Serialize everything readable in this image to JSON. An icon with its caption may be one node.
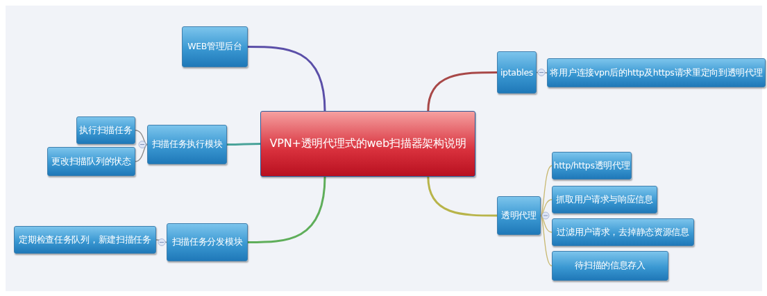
{
  "diagram": {
    "nodes": [
      {
        "text": [
          "VPN+透明代理式的web扫描器架构说明"
        ]
      },
      {
        "text": [
          "WEB管理后台"
        ]
      },
      {
        "text": [
          "扫描任务执行模块"
        ]
      },
      {
        "text": [
          "执行扫描任务"
        ]
      },
      {
        "text": [
          "更改扫描队列的状态"
        ]
      },
      {
        "text": [
          "扫描任务分发模块"
        ]
      },
      {
        "text": [
          "定期检查任务队列，新建扫描任务"
        ]
      },
      {
        "text": [
          "iptables"
        ]
      },
      {
        "text": [
          "将用户连接vpn后的http及https请求重定向到透明代理"
        ]
      },
      {
        "text": [
          "透明代理"
        ]
      },
      {
        "text": [
          "http/https透明代理"
        ]
      },
      {
        "text": [
          "抓取用户请求与响应信息"
        ]
      },
      {
        "text": [
          "过滤用户请求，去掉静态资源信息"
        ]
      },
      {
        "text": [
          "待扫描的信息存入"
        ]
      }
    ],
    "edges": [
      {
        "from": 0,
        "to": 1,
        "arrow": "none",
        "style": "thick",
        "color": "#5b4fa8"
      },
      {
        "from": 0,
        "to": 2,
        "arrow": "none",
        "style": "thick",
        "color": "#4aa39a"
      },
      {
        "from": 0,
        "to": 5,
        "arrow": "none",
        "style": "thick",
        "color": "#5fae5a"
      },
      {
        "from": 0,
        "to": 7,
        "arrow": "none",
        "style": "thick",
        "color": "#a84848"
      },
      {
        "from": 0,
        "to": 9,
        "arrow": "none",
        "style": "thick",
        "color": "#b8b44a"
      },
      {
        "from": 2,
        "to": 3,
        "arrow": "none"
      },
      {
        "from": 2,
        "to": 4,
        "arrow": "none"
      },
      {
        "from": 5,
        "to": 6,
        "arrow": "none"
      },
      {
        "from": 7,
        "to": 8,
        "arrow": "none"
      },
      {
        "from": 9,
        "to": 10,
        "arrow": "none",
        "color": "#c8b870"
      },
      {
        "from": 9,
        "to": 11,
        "arrow": "none",
        "color": "#c8b870"
      },
      {
        "from": 9,
        "to": 12,
        "arrow": "none",
        "color": "#c8b870"
      },
      {
        "from": 9,
        "to": 13,
        "arrow": "none",
        "color": "#c8b870"
      }
    ]
  }
}
